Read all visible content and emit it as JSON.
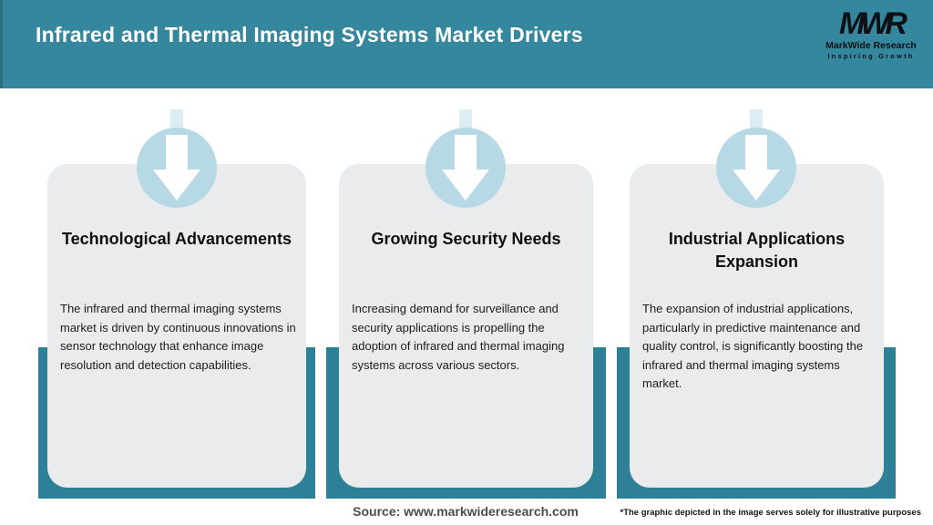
{
  "header": {
    "title": "Infrared and Thermal Imaging Systems Market Drivers",
    "logo": {
      "acronym": "MWR",
      "name": "MarkWide Research",
      "tagline": "Inspiring Growth"
    }
  },
  "cards": [
    {
      "icon": "down-arrow-icon",
      "title": "Technological Advancements",
      "description": "The infrared and thermal imaging systems market is driven by continuous innovations in sensor technology that enhance image resolution and detection capabilities."
    },
    {
      "icon": "down-arrow-icon",
      "title": "Growing Security Needs",
      "description": "Increasing demand for surveillance and security applications is propelling the adoption of infrared and thermal imaging systems across various sectors."
    },
    {
      "icon": "down-arrow-icon",
      "title": "Industrial Applications Expansion",
      "description": "The expansion of industrial applications, particularly in predictive maintenance and quality control, is significantly boosting the infrared and thermal imaging systems market."
    }
  ],
  "footer": {
    "source": "Source: www.markwideresearch.com",
    "disclaimer": "*The graphic depicted in the image serves solely for illustrative purposes"
  },
  "colors": {
    "header_teal": "#35879e",
    "backing_teal": "#2e8097",
    "circle_blue": "#b7d9e6",
    "card_gray": "#e9ebec",
    "title_white": "#ffffff",
    "body_text": "#1c1c1c",
    "source_gray": "#4c4c4c"
  }
}
